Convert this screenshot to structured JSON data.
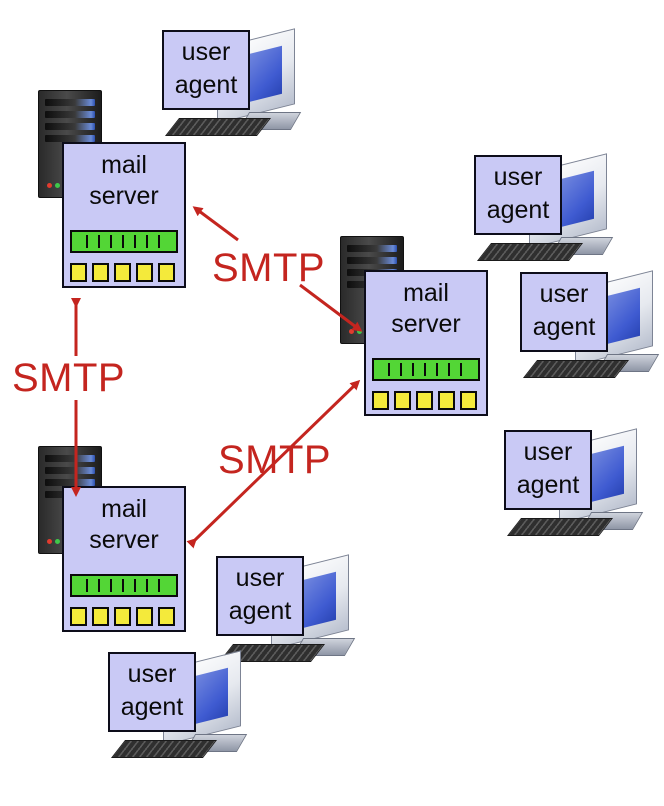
{
  "mail_servers": [
    {
      "label_line1": "mail",
      "label_line2": "server"
    },
    {
      "label_line1": "mail",
      "label_line2": "server"
    },
    {
      "label_line1": "mail",
      "label_line2": "server"
    }
  ],
  "user_agents": [
    {
      "label_line1": "user",
      "label_line2": "agent"
    },
    {
      "label_line1": "user",
      "label_line2": "agent"
    },
    {
      "label_line1": "user",
      "label_line2": "agent"
    },
    {
      "label_line1": "user",
      "label_line2": "agent"
    },
    {
      "label_line1": "user",
      "label_line2": "agent"
    },
    {
      "label_line1": "user",
      "label_line2": "agent"
    }
  ],
  "protocol_labels": [
    {
      "text": "SMTP"
    },
    {
      "text": "SMTP"
    },
    {
      "text": "SMTP"
    }
  ],
  "colors": {
    "box_fill": "#c9c9f5",
    "queue_fill": "#53d636",
    "mailbox_fill": "#f4ea3b",
    "smtp_red": "#c4251f"
  },
  "icons": [
    "server-tower-icon",
    "desktop-computer-icon",
    "message-queue-icon",
    "user-mailbox-icon"
  ]
}
